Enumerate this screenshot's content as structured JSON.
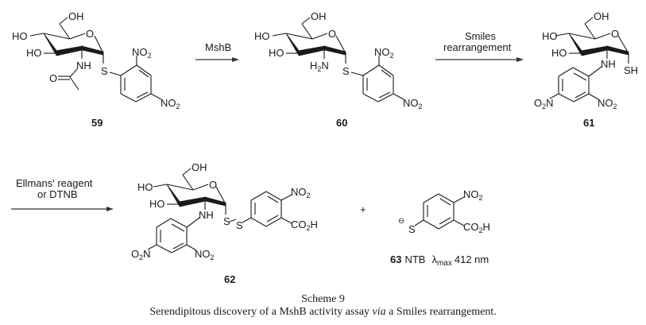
{
  "scheme": {
    "compounds": [
      {
        "id": "59",
        "label": "59",
        "substituents": {
          "oh_top": "OH",
          "ho_1": "HO",
          "ho_2": "HO",
          "nh": "NH",
          "o_ring": "O",
          "o_carbonyl": "O",
          "s": "S",
          "no2_ortho": "NO",
          "no2_para": "NO",
          "sub2": "2"
        }
      },
      {
        "id": "60",
        "label": "60",
        "substituents": {
          "oh_top": "OH",
          "ho_1": "HO",
          "ho_2": "HO",
          "h2n": "H",
          "h2n_n": "N",
          "sub2": "2",
          "o_ring": "O",
          "s": "S",
          "no2_ortho": "NO",
          "no2_para": "NO"
        }
      },
      {
        "id": "61",
        "label": "61",
        "substituents": {
          "oh_top": "OH",
          "ho_1": "HO",
          "ho_2": "HO",
          "nh": "NH",
          "sh": "SH",
          "o_ring": "O",
          "o2n_o": "O",
          "o2n_n": "N",
          "no2_ortho": "NO",
          "sub2": "2"
        }
      },
      {
        "id": "62",
        "label": "62",
        "substituents": {
          "oh_top": "OH",
          "ho_1": "HO",
          "ho_2": "HO",
          "nh": "NH",
          "s1": "S",
          "s2": "S",
          "o_ring": "O",
          "o2n_o": "O",
          "o2n_n": "N",
          "no2_ortho": "NO",
          "no2_aryl": "NO",
          "co2h_co": "CO",
          "co2h_h": "H",
          "sub2": "2"
        }
      },
      {
        "id": "63",
        "label": "63",
        "name": "NTB",
        "lambda": "λ",
        "lambda_sub": "max",
        "wavelength": "412 nm",
        "substituents": {
          "s": "S",
          "charge": "⊖",
          "no2": "NO",
          "co2h_co": "CO",
          "co2h_h": "H",
          "sub2": "2"
        }
      }
    ],
    "arrows": [
      {
        "from": "59",
        "to": "60",
        "reagent_line1": "MshB",
        "reagent_line2": ""
      },
      {
        "from": "60",
        "to": "61",
        "reagent_line1": "Smiles",
        "reagent_line2": "rearrangement"
      },
      {
        "from": "61",
        "to": "62",
        "reagent_line1": "Ellmans' reagent",
        "reagent_line2": "or DTNB"
      }
    ],
    "plus_sign": "+"
  },
  "caption": {
    "title": "Scheme 9",
    "text_before": "Serendipitous discovery of a MshB activity assay ",
    "text_italic": "via",
    "text_after": " a Smiles rearrangement."
  }
}
